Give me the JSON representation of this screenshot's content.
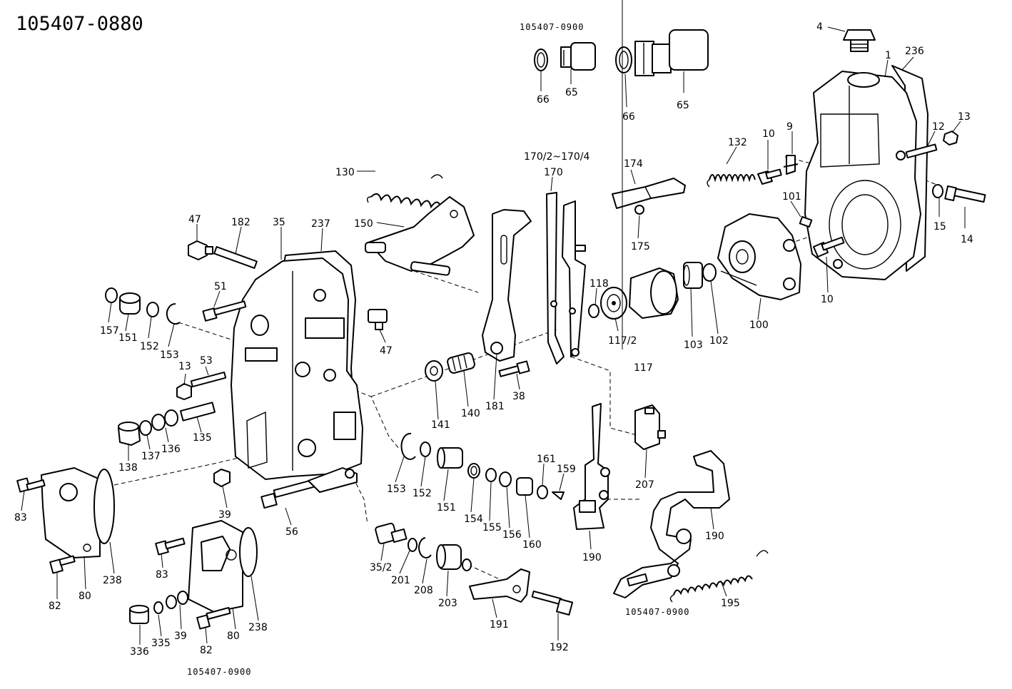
{
  "title": "105407-0880",
  "variant_notes": {
    "top": "105407-0900",
    "bottom_left": "105407-0900",
    "bottom_right": "105407-0900"
  },
  "part_labels": {
    "p4": "4",
    "p1": "1",
    "p236": "236",
    "p12": "12",
    "p13a": "13",
    "p66a": "66",
    "p65a": "65",
    "p66b": "66",
    "p65b": "65",
    "p170range": "170/2~170/4",
    "p170": "170",
    "p174": "174",
    "p175": "175",
    "p132": "132",
    "p10a": "10",
    "p9": "9",
    "p101": "101",
    "p15": "15",
    "p14": "14",
    "p130": "130",
    "p150": "150",
    "p47a": "47",
    "p182": "182",
    "p35": "35",
    "p237": "237",
    "p51": "51",
    "p157": "157",
    "p151a": "151",
    "p152a": "152",
    "p153a": "153",
    "p47b": "47",
    "p118": "118",
    "p117_2": "117/2",
    "p117": "117",
    "p103": "103",
    "p102": "102",
    "p100": "100",
    "p10b": "10",
    "p13b": "13",
    "p53": "53",
    "p141": "141",
    "p140": "140",
    "p181": "181",
    "p38": "38",
    "p138": "138",
    "p137": "137",
    "p136": "136",
    "p135": "135",
    "p153b": "153",
    "p152b": "152",
    "p151b": "151",
    "p154": "154",
    "p155": "155",
    "p156": "156",
    "p160": "160",
    "p161": "161",
    "p159": "159",
    "p207": "207",
    "p83a": "83",
    "p39a": "39",
    "p56": "56",
    "p190a": "190",
    "p190b": "190",
    "p238a": "238",
    "p82a": "82",
    "p80a": "80",
    "p83b": "83",
    "p35_2": "35/2",
    "p201": "201",
    "p208": "208",
    "p203": "203",
    "p191": "191",
    "p192": "192",
    "p195": "195",
    "p336": "336",
    "p335": "335",
    "p39b": "39",
    "p82b": "82",
    "p80b": "80",
    "p238b": "238"
  }
}
